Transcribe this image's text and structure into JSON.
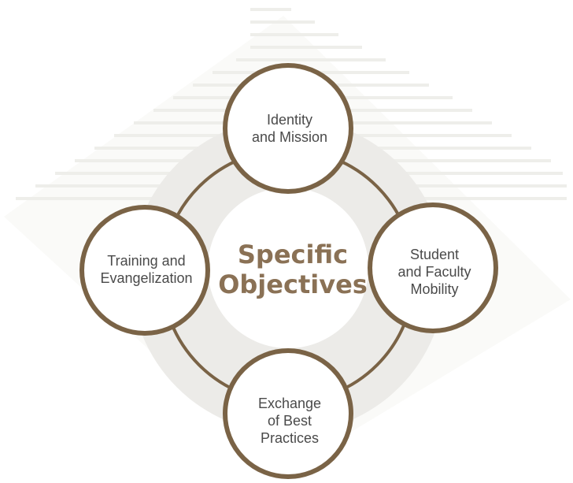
{
  "center": {
    "line1": "Specific",
    "line2": "Objectives"
  },
  "nodes": {
    "top": {
      "line1": "Identity",
      "line2": "and Mission"
    },
    "right": {
      "line1": "Student",
      "line2": "and Faculty",
      "line3": "Mobility"
    },
    "bottom": {
      "line1": "Exchange",
      "line2": "of Best",
      "line3": "Practices"
    },
    "left": {
      "line1": "Training and",
      "line2": "Evangelization"
    }
  },
  "colors": {
    "ring_border": "#7a6346",
    "center_text": "#8a7155",
    "node_text": "#4a4a4a",
    "disc_fill": "#ecebe8",
    "background_stripes": "#efefec"
  }
}
